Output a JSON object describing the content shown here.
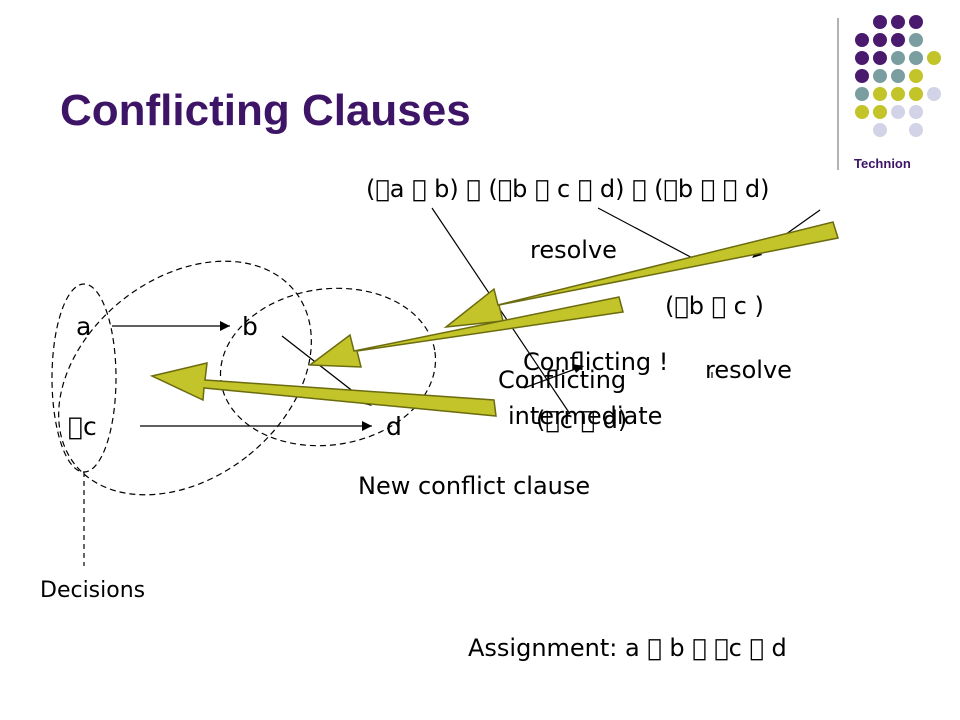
{
  "slide": {
    "title": "Conflicting Clauses"
  },
  "logo": {
    "text": "Technion",
    "dot_colors": {
      "purple": "#4a1a6e",
      "teal": "#7a9e9f",
      "olive": "#c3c32a",
      "lavender": "#d3d3e8"
    }
  },
  "formula": "(\u0000a \u0000 b) \u0000 (\u0000b \u0000 c \u0000 d) \u0000 (\u0000b \u0000 \u0000 d)",
  "labels": {
    "resolve_1": "resolve",
    "intermediate_clause": "(\u0000b \u0000 c )",
    "conflicting_1": "Conflicting !",
    "resolve_2": "resolve",
    "conflicting_2": "Conflicting",
    "intermediate": "intermediate",
    "new_clause_overlap": "(\u0000c \u0000 d)",
    "new_conflict_clause": "New conflict clause",
    "decisions": "Decisions",
    "assignment": "Assignment: a \u0000 b \u0000 \u0000c \u0000 d"
  },
  "graph": {
    "nodes": {
      "a": "a",
      "b": "b",
      "not_c": "\u0000c",
      "d": "d"
    }
  },
  "colors": {
    "title": "#3d1466",
    "arrow_fill": "#c3c32a",
    "arrow_stroke": "#6b6b10"
  }
}
